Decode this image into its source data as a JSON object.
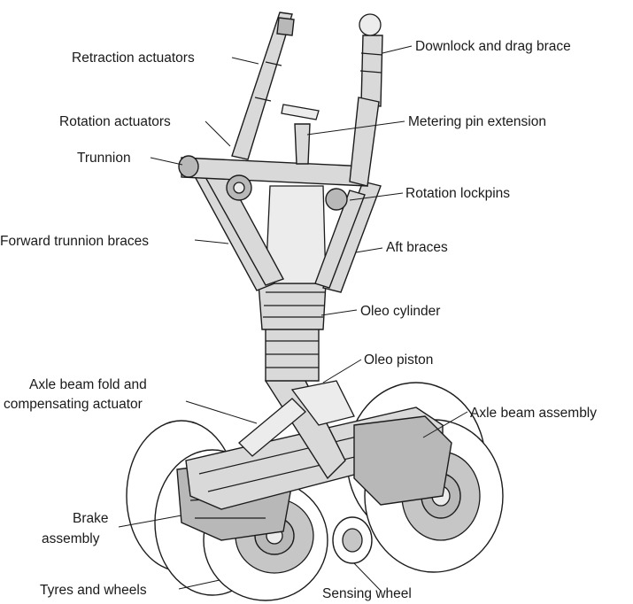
{
  "diagram": {
    "labels": {
      "retraction_actuators": "Retraction actuators",
      "downlock_drag_brace": "Downlock and drag brace",
      "rotation_actuators": "Rotation actuators",
      "metering_pin_extension": "Metering pin extension",
      "trunnion": "Trunnion",
      "rotation_lockpins": "Rotation lockpins",
      "forward_trunnion_braces": "Forward trunnion braces",
      "aft_braces": "Aft braces",
      "oleo_cylinder": "Oleo cylinder",
      "oleo_piston": "Oleo piston",
      "axle_fold_line1": "Axle beam fold and",
      "axle_fold_line2": "compensating actuator",
      "axle_beam_assembly": "Axle beam assembly",
      "brake_line1": "Brake",
      "brake_line2": "assembly",
      "tyres_wheels": "Tyres and wheels",
      "sensing_wheel": "Sensing wheel"
    },
    "colors": {
      "line": "#1a1a1a",
      "part_fill": "#d9d9d9",
      "background": "#ffffff"
    }
  }
}
